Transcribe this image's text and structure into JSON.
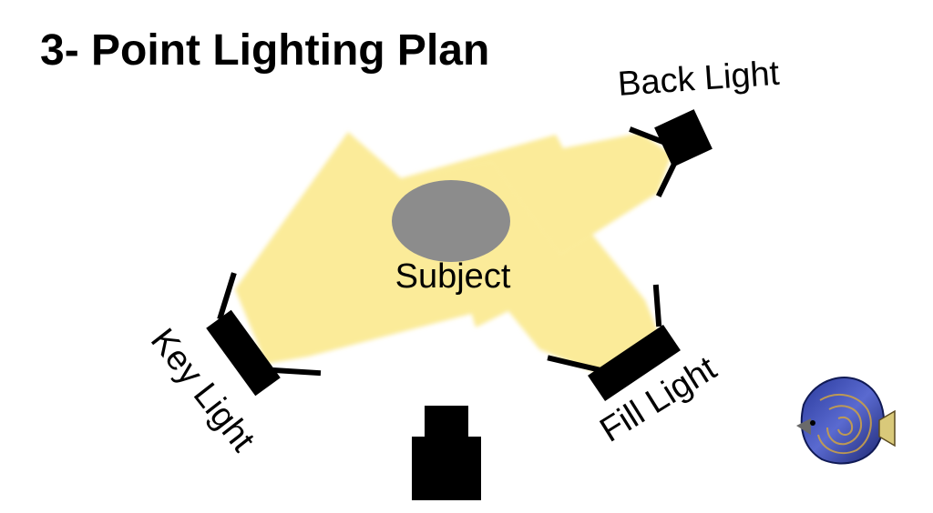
{
  "title": "3- Point Lighting Plan",
  "labels": {
    "back_light": "Back Light",
    "key_light": "Key Light",
    "fill_light": "Fill Light",
    "subject": "Subject"
  },
  "colors": {
    "light_beam": "#fbeb99",
    "subject": "#8c8c8c",
    "fixtures": "#000000",
    "text": "#000000"
  },
  "icons": {
    "camera": "camera-icon",
    "logo": "angelfish-logo"
  }
}
